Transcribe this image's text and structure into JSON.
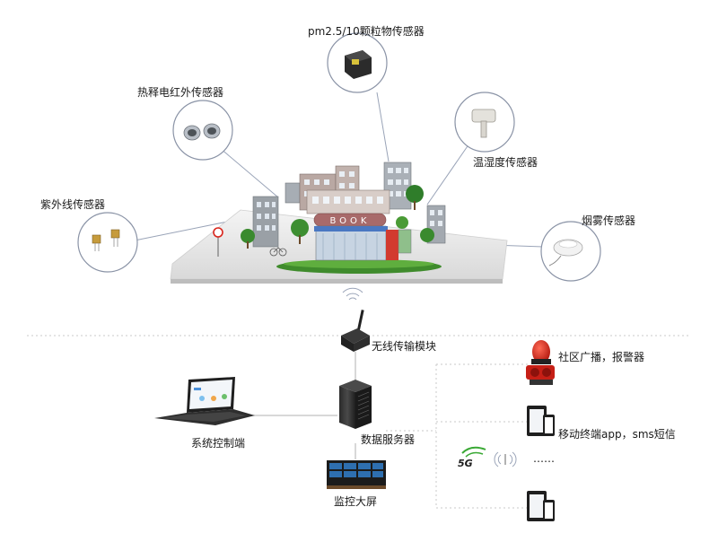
{
  "sensors": {
    "pm25": "pm2.5/10颗粒物传感器",
    "pir": "热释电红外传感器",
    "temp_humidity": "温湿度传感器",
    "uv": "紫外线传感器",
    "smoke": "烟雾传感器"
  },
  "scene": {
    "shop_sign": "BOOK"
  },
  "network": {
    "wireless_module": "无线传输模块",
    "data_server": "数据服务器",
    "control_terminal": "系统控制端",
    "monitor_screen": "监控大屏",
    "badge_5g": "5G",
    "outputs": {
      "alarm": "社区广播，报警器",
      "mobile": "移动终端app，sms短信",
      "ellipsis": "……"
    }
  },
  "colors": {
    "line": "#9aa4b8",
    "circle_border": "#8a93a6",
    "dash": "#c8c8c8",
    "green_5g": "#3aa935",
    "alarm_red": "#d9251c"
  }
}
